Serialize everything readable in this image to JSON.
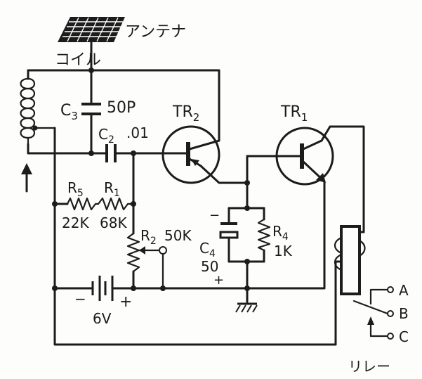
{
  "labels": {
    "antenna": "アンテナ",
    "coil": "コイル",
    "c3": "C",
    "c3_sub": "3",
    "c3_value": "50P",
    "c2": "C",
    "c2_sub": "2",
    "c2_value": ".01",
    "tr2": "TR",
    "tr2_sub": "2",
    "tr1": "TR",
    "tr1_sub": "1",
    "r5": "R",
    "r5_sub": "5",
    "r1": "R",
    "r1_sub": "1",
    "r5_value": "22K",
    "r1_value": "68K",
    "r2": "R",
    "r2_sub": "2",
    "r2_value": "50K",
    "c4": "C",
    "c4_sub": "4",
    "c4_value": "50",
    "c4_minus": "−",
    "c4_plus": "+",
    "r4": "R",
    "r4_sub": "4",
    "r4_value": "1K",
    "battery_minus": "−",
    "battery_plus": "+",
    "battery_value": "6V",
    "relay": "リレー",
    "term_a": "A",
    "term_b": "B",
    "term_c": "C"
  }
}
